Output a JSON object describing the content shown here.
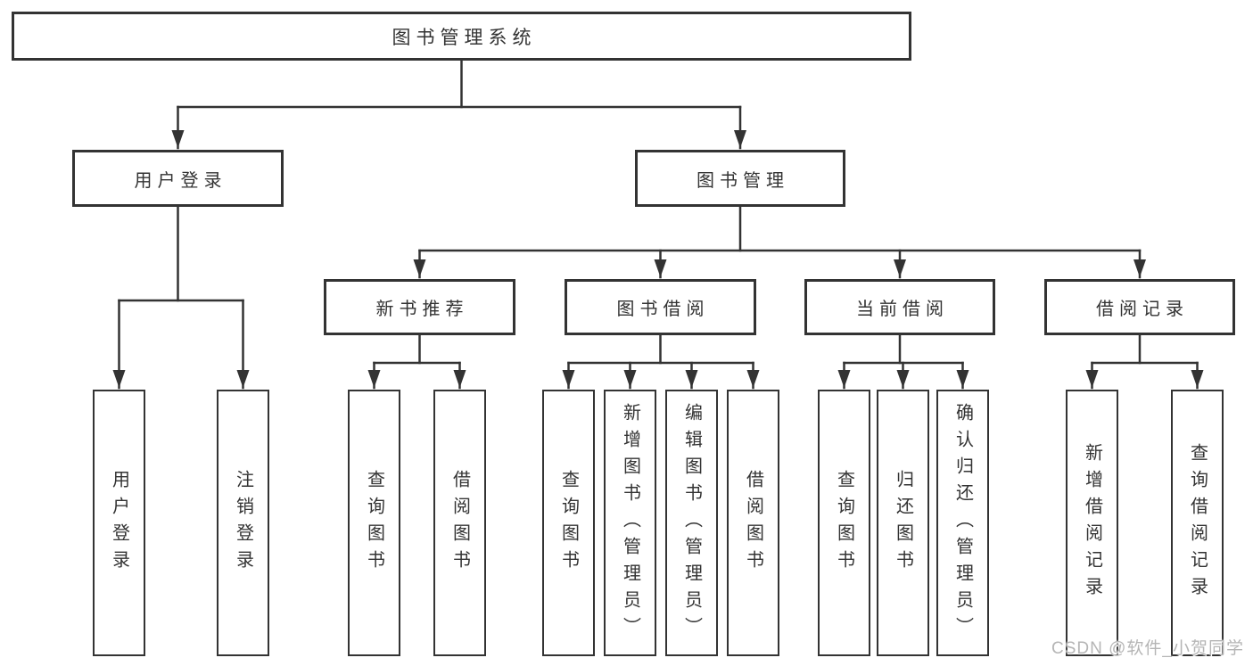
{
  "diagram": {
    "root": {
      "label": "图书管理系统"
    },
    "level2": [
      {
        "label": "用户登录"
      },
      {
        "label": "图书管理"
      }
    ],
    "level3": [
      {
        "label": "新书推荐"
      },
      {
        "label": "图书借阅"
      },
      {
        "label": "当前借阅"
      },
      {
        "label": "借阅记录"
      }
    ],
    "leaves": {
      "user_login": [
        "用户登录",
        "注销登录"
      ],
      "new_book_recommend": [
        "查询图书",
        "借阅图书"
      ],
      "book_borrowing": [
        "查询图书",
        "新增图书（管理员）",
        "编辑图书（管理员）",
        "借阅图书"
      ],
      "current_borrowing": [
        "查询图书",
        "归还图书",
        "确认归还（管理员）"
      ],
      "borrowing_records": [
        "新增借阅记录",
        "查询借阅记录"
      ]
    }
  },
  "watermark": {
    "text": "CSDN @软件_小贺同学"
  },
  "colors": {
    "line": "#333333",
    "text": "#333333",
    "background": "#ffffff",
    "watermark": "#b5b5b5"
  }
}
